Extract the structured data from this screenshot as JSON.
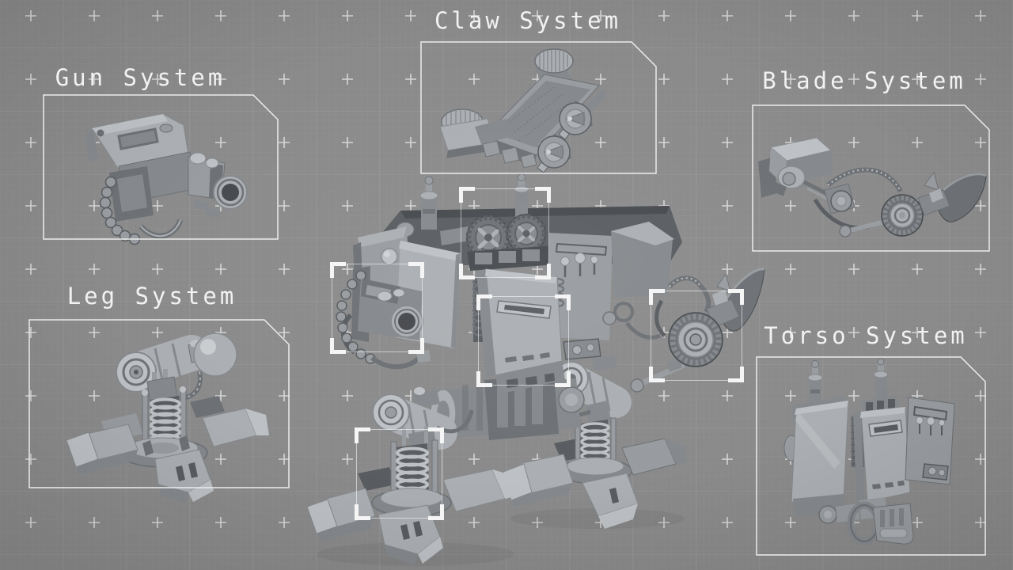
{
  "panels": [
    {
      "id": "gun",
      "label": "Gun System"
    },
    {
      "id": "claw",
      "label": "Claw System"
    },
    {
      "id": "blade",
      "label": "Blade System"
    },
    {
      "id": "leg",
      "label": "Leg System"
    },
    {
      "id": "torso",
      "label": "Torso System"
    }
  ],
  "colors": {
    "background": "#8a8a8a",
    "grid_line": "#939393",
    "grid_line_major": "#9d9d9d",
    "plus_mark": "#d5d5d5",
    "panel_border": "#ececec",
    "label_text": "#f2f2f2",
    "bracket": "#f5f5f5",
    "model_light": "#bdc1c5",
    "model_mid": "#85898d",
    "model_dark": "#595d61"
  }
}
